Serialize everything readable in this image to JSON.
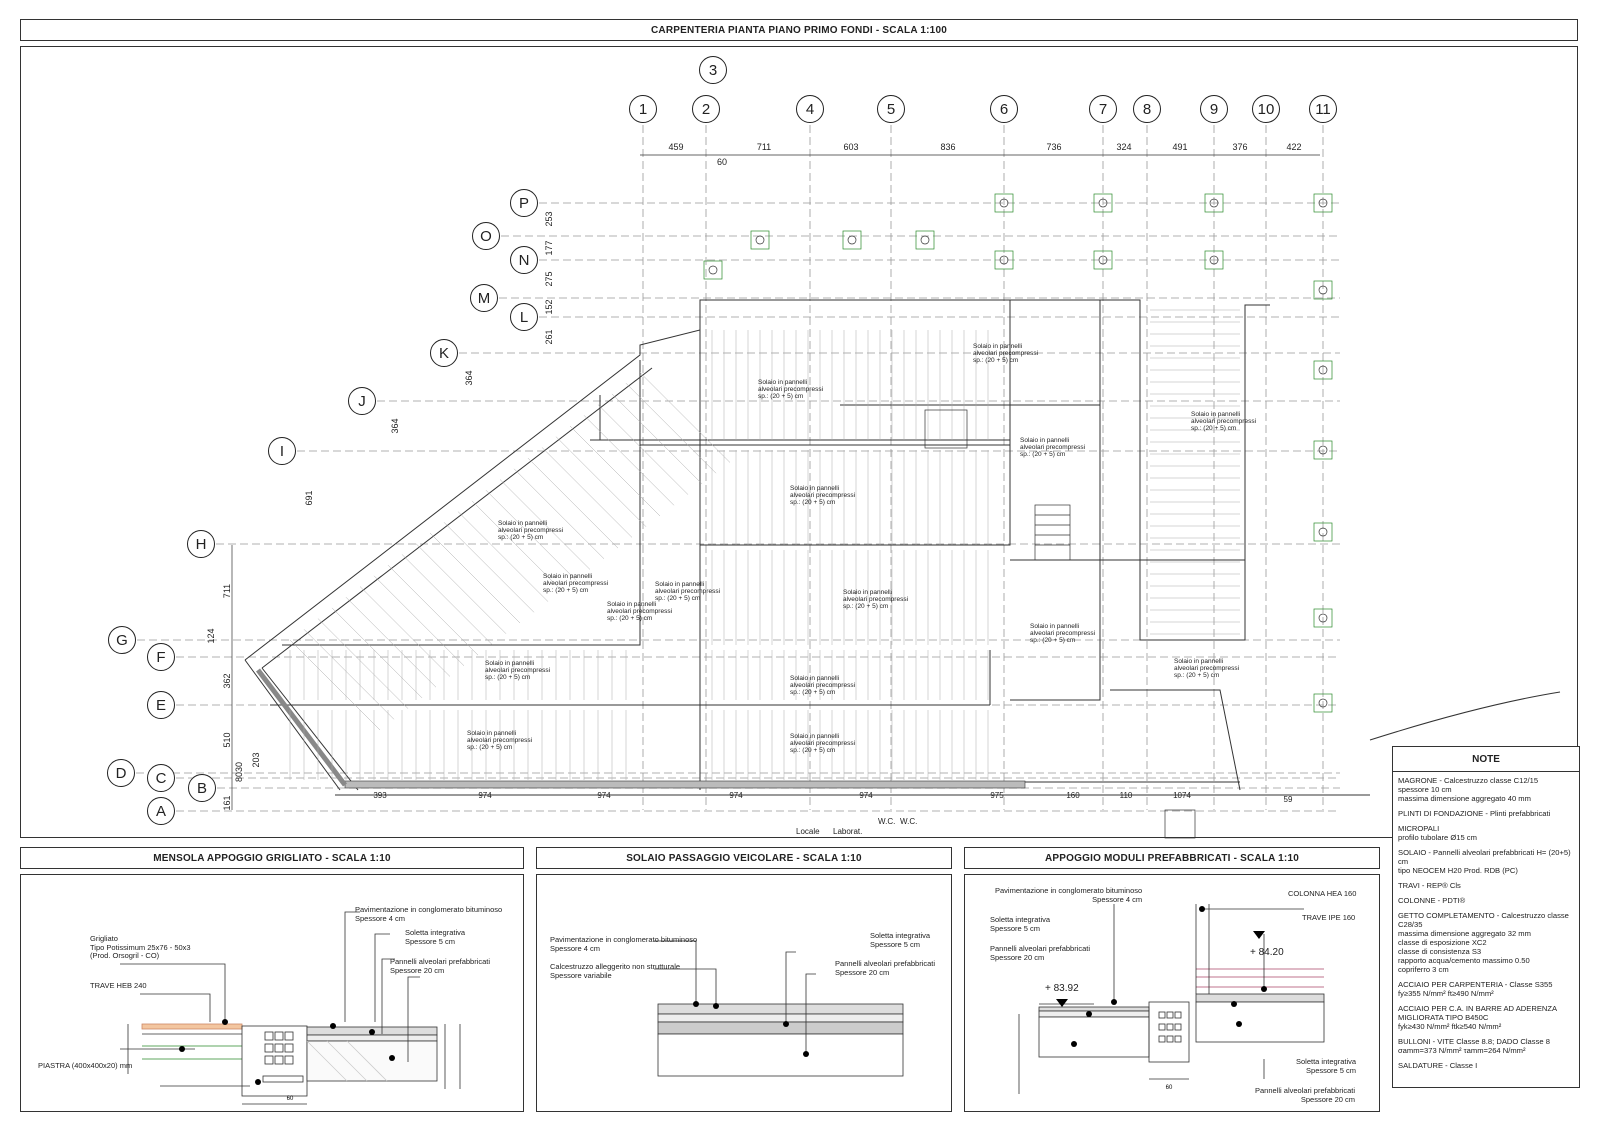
{
  "main_title": "CARPENTERIA PIANTA PIANO PRIMO FONDI  -  SCALA 1:100",
  "grid_columns": [
    "1",
    "2",
    "3",
    "4",
    "5",
    "6",
    "7",
    "8",
    "9",
    "10",
    "11"
  ],
  "grid_rows": [
    "P",
    "O",
    "N",
    "M",
    "L",
    "K",
    "J",
    "I",
    "H",
    "G",
    "F",
    "E",
    "D",
    "C",
    "B",
    "A"
  ],
  "top_dimensions": [
    "459",
    "60",
    "711",
    "603",
    "836",
    "736",
    "324",
    "491",
    "376",
    "422"
  ],
  "left_dimensions": [
    "253",
    "177",
    "275",
    "152",
    "261",
    "364",
    "364",
    "691",
    "711",
    "124",
    "362",
    "510",
    "30",
    "80",
    "203",
    "161"
  ],
  "bottom_dimensions": [
    "393",
    "974",
    "974",
    "974",
    "974",
    "975",
    "160",
    "1074",
    "59",
    "110"
  ],
  "slab_label": "Solaio in pannelli\nalveolari precompressi\nsp.: (20 + 5) cm",
  "room_labels": [
    "Locale",
    "Laborat.",
    "W.C.",
    "W.C."
  ],
  "details": [
    {
      "title": "MENSOLA APPOGGIO GRIGLIATO  -  SCALA 1:10"
    },
    {
      "title": "SOLAIO PASSAGGIO VEICOLARE  -  SCALA 1:10"
    },
    {
      "title": "APPOGGIO MODULI PREFABBRICATI  -  SCALA 1:10"
    }
  ],
  "detail1": {
    "pavimentazione": "Pavimentazione in conglomerato bituminoso\nSpessore 4 cm",
    "soletta": "Soletta integrativa\nSpessore 5 cm",
    "pannelli": "Pannelli alveolari prefabbricati\nSpessore 20 cm",
    "grigliato": "Grigliato\nTipo Potissimum 25x76 - 50x3\n(Prod. Orsogril - CO)",
    "trave": "TRAVE HEB 240",
    "piastra": "PIASTRA (400x400x20) mm",
    "dim": "60"
  },
  "detail2": {
    "pavimentazione": "Pavimentazione in conglomerato bituminoso\nSpessore 4 cm",
    "calcestruzzo": "Calcestruzzo alleggerito non strutturale\nSpessore variabile",
    "soletta": "Soletta integrativa\nSpessore 5 cm",
    "pannelli": "Pannelli alveolari prefabbricati\nSpessore 20 cm"
  },
  "detail3": {
    "pavimentazione": "Pavimentazione in conglomerato bituminoso\nSpessore 4 cm",
    "soletta": "Soletta integrativa\nSpessore 5 cm",
    "pannelli": "Pannelli alveolari prefabbricati\nSpessore 20 cm",
    "colonna": "COLONNA HEA 160",
    "trave": "TRAVE IPE 160",
    "level1": "+ 84.20",
    "level2": "+ 83.92",
    "soletta2": "Soletta integrativa\nSpessore 5 cm",
    "pannelli2": "Pannelli alveolari prefabbricati\nSpessore 20 cm",
    "dim": "60"
  },
  "note": {
    "title": "NOTE",
    "items": [
      "MAGRONE - Calcestruzzo classe C12/15\nspessore 10 cm\nmassima dimensione aggregato        40 mm",
      "PLINTI DI FONDAZIONE - Plinti prefabbricati",
      "MICROPALI\nprofilo tubolare                              Ø15 cm",
      "SOLAIO - Pannelli alveolari prefabbricati H= (20+5) cm\ntipo NEOCEM H20 Prod. RDB (PC)",
      "TRAVI - REP® Cls",
      "COLONNE - PDTI®",
      "GETTO COMPLETAMENTO - Calcestruzzo classe C28/35\nmassima dimensione aggregato        32 mm\nclasse di esposizione                    XC2\nclasse di consistenza                     S3\nrapporto acqua/cemento massimo   0.50\ncopriferro                                     3 cm",
      "ACCIAIO PER CARPENTERIA - Classe S355\nfy≥355 N/mm²               ft≥490 N/mm²",
      "ACCIAIO PER C.A. IN BARRE AD ADERENZA MIGLIORATA TIPO B450C\nfyk≥430  N/mm²          ftk≥540  N/mm²",
      "BULLONI - VITE Classe 8.8; DADO Classe 8\nσamm=373  N/mm²          τamm=264  N/mm²",
      "SALDATURE - Classe I"
    ]
  }
}
